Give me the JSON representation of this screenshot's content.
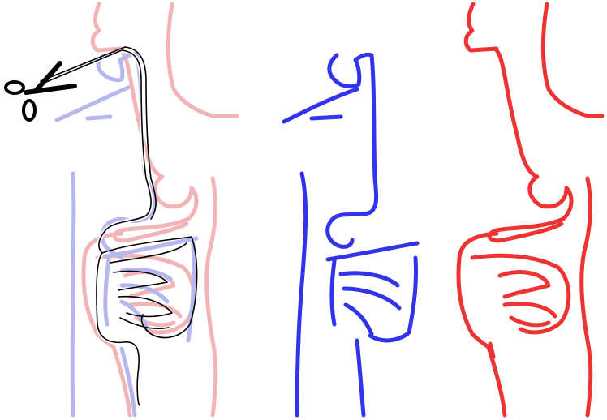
{
  "colors": {
    "background": "#ffffff",
    "blue_figure": "#3333ee",
    "red_figure": "#ee3333",
    "faint_blue": "#b7b7f0",
    "faint_red": "#f2b4b4",
    "cut_line": "#000000",
    "scissors": "#000000"
  },
  "icons": {
    "cut_tool": "scissors-icon"
  },
  "panels": [
    "overlay-cut-figure",
    "blue-figure",
    "red-figure"
  ]
}
